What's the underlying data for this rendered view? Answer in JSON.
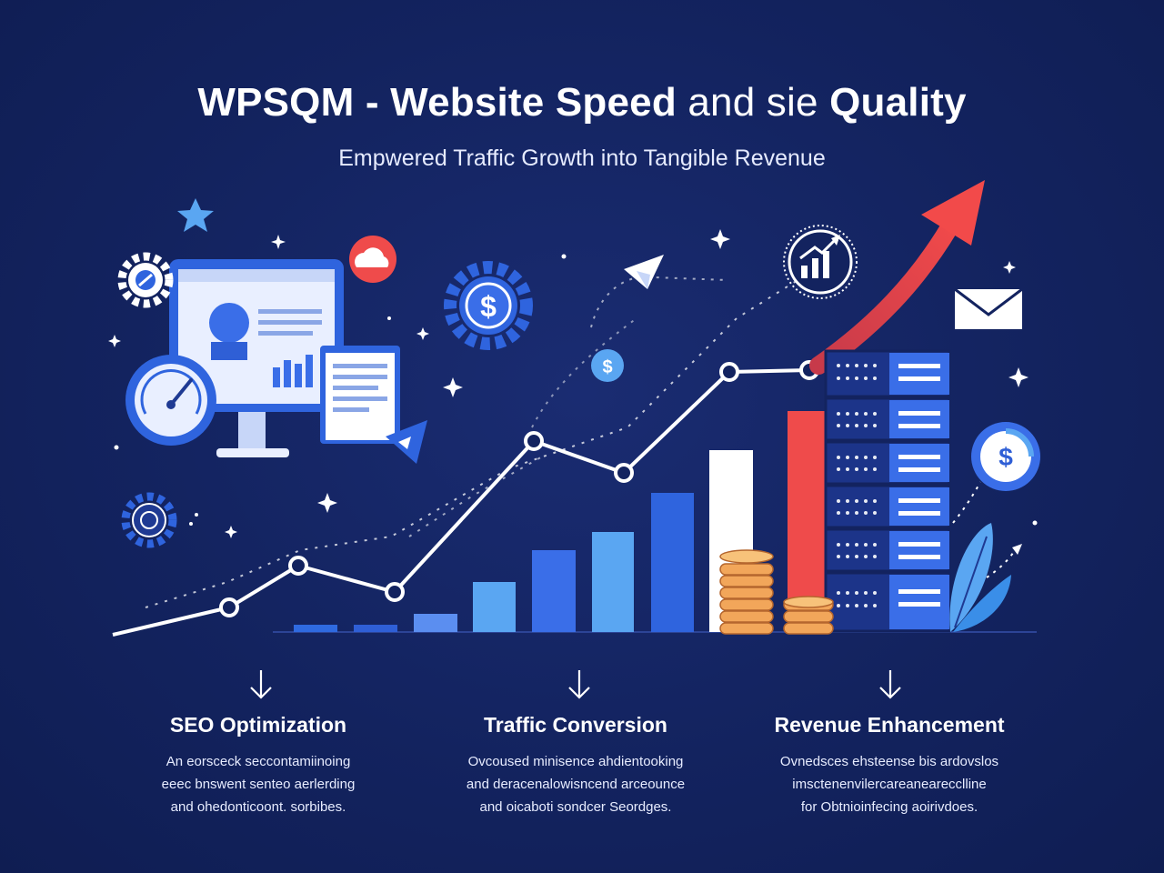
{
  "header": {
    "title_bold1": "WPSQM - Website Speed",
    "title_light": "and sie",
    "title_bold2": "Quality",
    "subtitle": "Empwered Traffic Growth into Tangible Revenue"
  },
  "illustration": {
    "icons": [
      "monitor-icon",
      "speedometer-icon",
      "gear-icon",
      "dollar-gear-icon",
      "paper-plane-icon",
      "growth-chart-icon",
      "envelope-icon",
      "server-rack-icon",
      "coin-stack-icon",
      "leaf-icon",
      "star-icon",
      "cloud-icon",
      "dollar-badge-icon"
    ],
    "colors": {
      "background": "#13235f",
      "accent_red": "#ef4b4b",
      "accent_blue": "#3a6ee8",
      "light_blue": "#5aa6f2",
      "coin": "#f2a65a"
    }
  },
  "columns": [
    {
      "title": "SEO Optimization",
      "lines": [
        "An eorsceck seccontamiinoing",
        "eeec bnswent senteo aerlerding",
        "and ohedonticoont. sorbibes."
      ]
    },
    {
      "title": "Traffic Conversion",
      "lines": [
        "Ovcoused minisence ahdientooking",
        "and deracenalowisncend arceounce",
        "and oicaboti sondcer Seordges."
      ]
    },
    {
      "title": "Revenue Enhancement",
      "lines": [
        "Ovnedsces ehsteense bis ardovslos",
        "imsctenenvilercareanearecclline",
        "for Obtnioinfecing aoirivdoes."
      ]
    }
  ]
}
